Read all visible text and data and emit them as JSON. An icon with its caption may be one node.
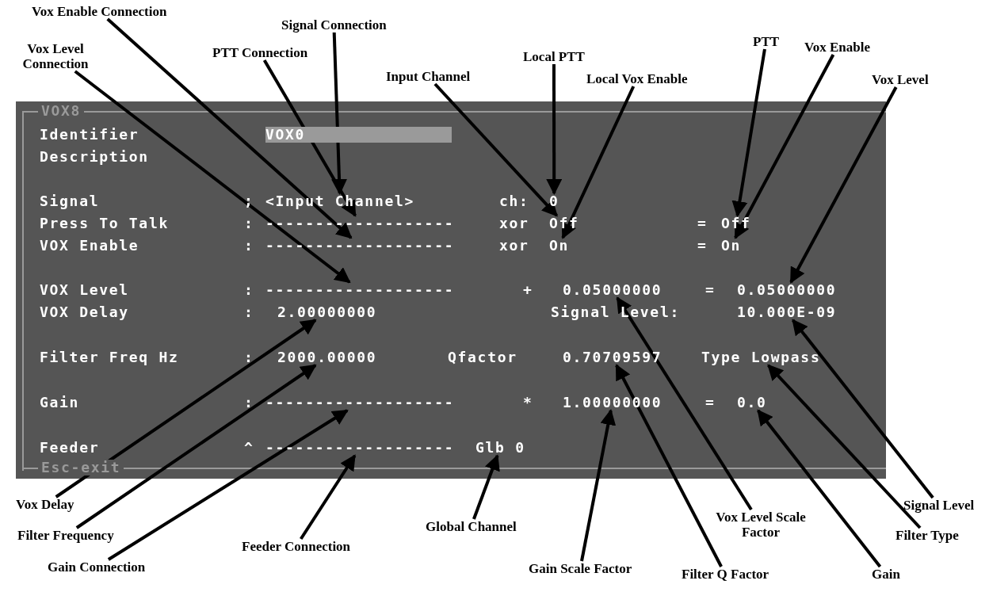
{
  "diagram": {
    "nodes": [
      {
        "text": [
          "VOX8",
          "Esc-exit"
        ]
      },
      {
        "text": [
          "Vox Enable Connection"
        ]
      },
      {
        "text": [
          "Signal Connection"
        ]
      },
      {
        "text": [
          "Vox Level Connection"
        ]
      },
      {
        "text": [
          "PTT Connection"
        ]
      },
      {
        "text": [
          "Local PTT"
        ]
      },
      {
        "text": [
          "PTT"
        ]
      },
      {
        "text": [
          "Vox Enable"
        ]
      },
      {
        "text": [
          "Input Channel"
        ]
      },
      {
        "text": [
          "Local Vox Enable"
        ]
      },
      {
        "text": [
          "Vox Level"
        ]
      },
      {
        "text": [
          "Vox Delay"
        ]
      },
      {
        "text": [
          "Filter Frequency"
        ]
      },
      {
        "text": [
          "Feeder Connection"
        ]
      },
      {
        "text": [
          "Gain Connection"
        ]
      },
      {
        "text": [
          "Global Channel"
        ]
      },
      {
        "text": [
          "Vox Level Scale Factor"
        ]
      },
      {
        "text": [
          "Signal Level"
        ]
      },
      {
        "text": [
          "Filter Type"
        ]
      },
      {
        "text": [
          "Gain Scale Factor"
        ]
      },
      {
        "text": [
          "Filter Q Factor"
        ]
      },
      {
        "text": [
          "Gain"
        ]
      },
      {
        "text": [
          "-------------------"
        ],
        "in": 0
      },
      {
        "text": [
          "<Input Channel>"
        ],
        "in": 0
      },
      {
        "text": [
          "-------------------"
        ],
        "in": 0
      },
      {
        "text": [
          "-------------------"
        ],
        "in": 0
      },
      {
        "text": [
          "0"
        ],
        "in": 0
      },
      {
        "text": [
          "Off"
        ],
        "in": 0
      },
      {
        "text": [
          "On"
        ],
        "in": 0
      },
      {
        "text": [
          "Off"
        ],
        "in": 0
      },
      {
        "text": [
          "On"
        ],
        "in": 0
      },
      {
        "text": [
          "0.05000000"
        ],
        "in": 0
      },
      {
        "text": [
          "2.00000000"
        ],
        "in": 0
      },
      {
        "text": [
          "2000.00000"
        ],
        "in": 0
      },
      {
        "text": [
          "-------------------"
        ],
        "in": 0
      },
      {
        "text": [
          "-------------------"
        ],
        "in": 0
      },
      {
        "text": [
          "Glb 0"
        ],
        "in": 0
      },
      {
        "text": [
          "0.05000000"
        ],
        "in": 0
      },
      {
        "text": [
          "10.000E-09"
        ],
        "in": 0
      },
      {
        "text": [
          "Type Lowpass"
        ],
        "in": 0
      },
      {
        "text": [
          "1.00000000"
        ],
        "in": 0
      },
      {
        "text": [
          "0.70709597"
        ],
        "in": 0
      },
      {
        "text": [
          "0.0"
        ],
        "in": 0
      }
    ],
    "edges": [
      {
        "from": 1,
        "to": 22,
        "arrow": "to"
      },
      {
        "from": 2,
        "to": 23,
        "arrow": "to"
      },
      {
        "from": 3,
        "to": 24,
        "arrow": "to"
      },
      {
        "from": 4,
        "to": 25,
        "arrow": "to"
      },
      {
        "from": 5,
        "to": 26,
        "arrow": "to"
      },
      {
        "from": 6,
        "to": 27,
        "arrow": "to"
      },
      {
        "from": 7,
        "to": 28,
        "arrow": "to"
      },
      {
        "from": 8,
        "to": 29,
        "arrow": "to"
      },
      {
        "from": 9,
        "to": 30,
        "arrow": "to"
      },
      {
        "from": 10,
        "to": 31,
        "arrow": "to"
      },
      {
        "from": 11,
        "to": 32,
        "arrow": "to"
      },
      {
        "from": 12,
        "to": 33,
        "arrow": "to"
      },
      {
        "from": 13,
        "to": 34,
        "arrow": "to"
      },
      {
        "from": 14,
        "to": 35,
        "arrow": "to"
      },
      {
        "from": 15,
        "to": 36,
        "arrow": "to"
      },
      {
        "from": 16,
        "to": 37,
        "arrow": "to"
      },
      {
        "from": 17,
        "to": 38,
        "arrow": "to"
      },
      {
        "from": 18,
        "to": 39,
        "arrow": "to"
      },
      {
        "from": 19,
        "to": 40,
        "arrow": "to"
      },
      {
        "from": 20,
        "to": 41,
        "arrow": "to"
      },
      {
        "from": 21,
        "to": 42,
        "arrow": "to"
      }
    ],
    "labels": [
      "Identifier",
      "VOX0",
      "Description",
      "Signal",
      ";",
      "ch:",
      "Press To Talk",
      ":",
      "xor",
      "=",
      "VOX Enable",
      ":",
      "xor",
      "=",
      "VOX Level",
      ":",
      "+",
      "=",
      "VOX Delay",
      ":",
      "Signal Level:",
      "Filter Freq Hz",
      ":",
      "Qfactor",
      "Gain",
      ":",
      "*",
      "=",
      "Feeder",
      "^"
    ]
  }
}
